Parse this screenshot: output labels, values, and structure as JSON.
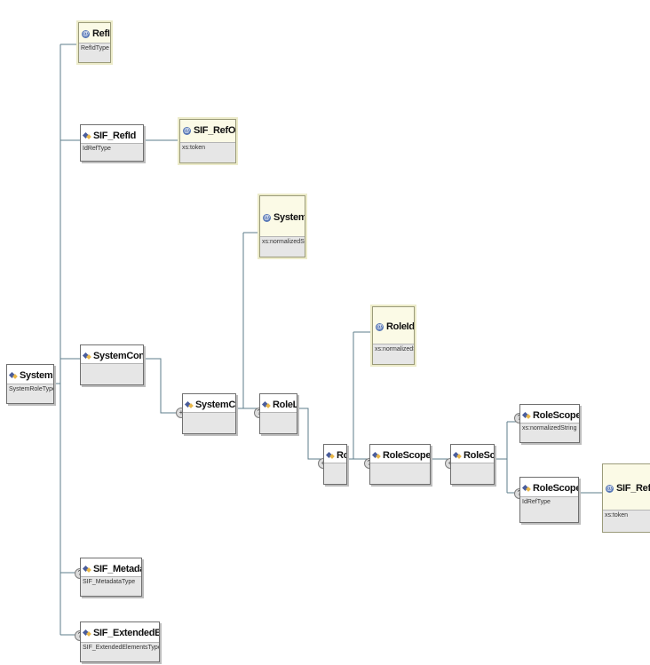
{
  "nodes": {
    "system_role": {
      "name": "SystemRole",
      "type": "SystemRoleType"
    },
    "ref_id": {
      "name": "RefId",
      "type": "RefIdType"
    },
    "sif_ref_id": {
      "name": "SIF_RefId",
      "type": "IdRefType"
    },
    "sif_ref_object_1": {
      "name": "SIF_RefObject",
      "type": "xs:token"
    },
    "system_context_list": {
      "name": "SystemContextList",
      "type": ""
    },
    "system_id": {
      "name": "SystemId",
      "type": "xs:normalizedString"
    },
    "system_context": {
      "name": "SystemContext",
      "type": ""
    },
    "role_list": {
      "name": "RoleList",
      "type": ""
    },
    "role_id": {
      "name": "RoleId",
      "type": "xs:normalizedString"
    },
    "role": {
      "name": "Role",
      "type": ""
    },
    "role_scope_list": {
      "name": "RoleScopeList",
      "type": ""
    },
    "role_scope": {
      "name": "RoleScope",
      "type": ""
    },
    "role_scope_name": {
      "name": "RoleScopeName",
      "type": "xs:normalizedString"
    },
    "role_scope_ref_id": {
      "name": "RoleScopeRefId",
      "type": "IdRefType"
    },
    "sif_ref_object_2": {
      "name": "SIF_RefObject",
      "type": "xs:token"
    },
    "sif_metadata": {
      "name": "SIF_Metadata",
      "type": "SIF_MetadataType"
    },
    "sif_extended_elements": {
      "name": "SIF_ExtendedElements",
      "type": "SIF_ExtendedElementsType"
    }
  },
  "icons": {
    "element": "element-icon",
    "attribute": "attribute-icon",
    "optional": "optional-icon",
    "multiple": "multiple-icon"
  },
  "markers": {
    "optional": "?",
    "multiple": "+",
    "attribute": "@"
  },
  "colors": {
    "connector": "#5e7d8b",
    "attribute_fill": "#fbfae6",
    "element_fill": "#ffffff",
    "type_strip": "#e6e6e6"
  }
}
